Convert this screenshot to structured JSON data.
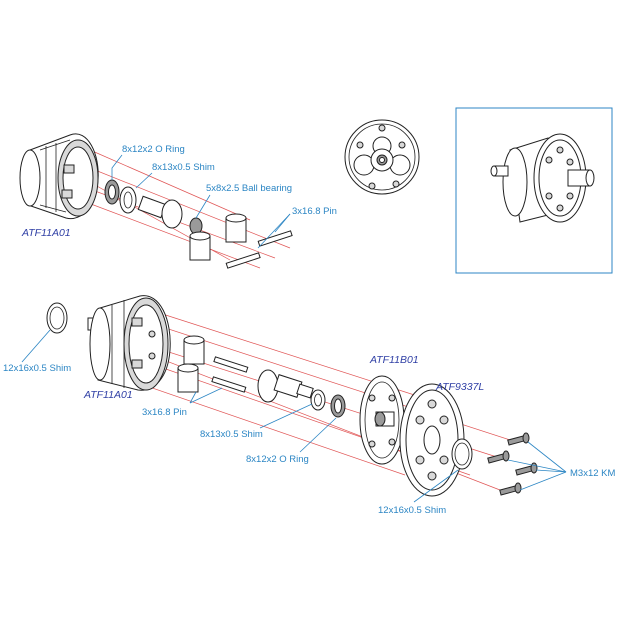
{
  "top_assembly": {
    "housing_code": "ATF11A01",
    "oring_label": "8x12x2  O Ring",
    "shim_label": "8x13x0.5 Shim",
    "bearing_label": "5x8x2.5 Ball bearing",
    "pin_label": "3x16.8 Pin"
  },
  "bottom_assembly": {
    "shim_left_label": "12x16x0.5 Shim",
    "housing_code": "ATF11A01",
    "pin_label": "3x16.8 Pin",
    "shim_mid_label": "8x13x0.5 Shim",
    "oring_label": "8x12x2  O Ring",
    "cover_code": "ATF11B01",
    "gear_code": "ATF9337L",
    "screw_label": "M3x12 KM",
    "shim_right_label": "12x16x0.5 Shim"
  }
}
